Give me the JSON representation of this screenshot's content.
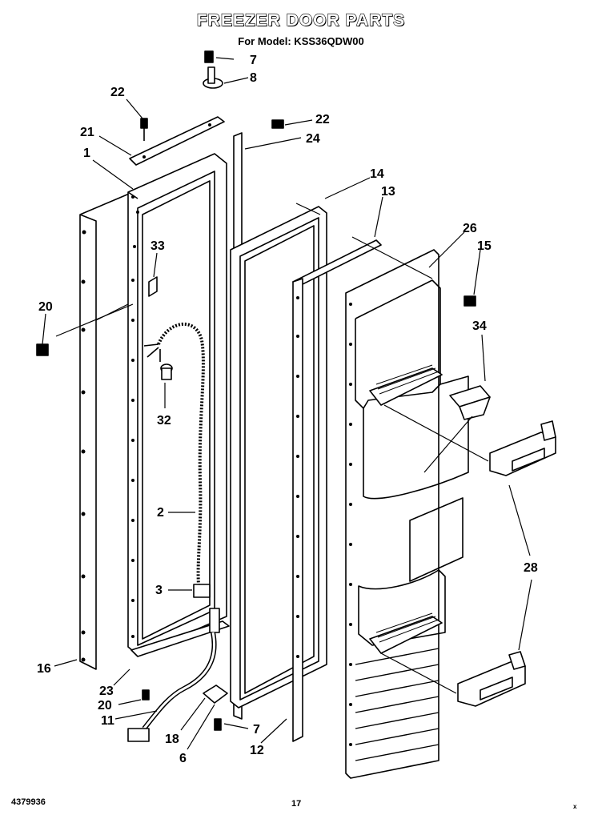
{
  "title": "FREEZER DOOR PARTS",
  "subtitle": "For Model: KSS36QDW00",
  "footer": {
    "doc_number": "4379936",
    "page": "17",
    "mark": "x"
  },
  "callouts": {
    "c1": "1",
    "c2": "2",
    "c3": "3",
    "c6": "6",
    "c7a": "7",
    "c7b": "7",
    "c8": "8",
    "c11": "11",
    "c12": "12",
    "c13": "13",
    "c14": "14",
    "c15": "15",
    "c16": "16",
    "c18": "18",
    "c20a": "20",
    "c20b": "20",
    "c21": "21",
    "c22a": "22",
    "c22b": "22",
    "c23": "23",
    "c24": "24",
    "c26": "26",
    "c28": "28",
    "c32": "32",
    "c33": "33",
    "c34": "34"
  }
}
